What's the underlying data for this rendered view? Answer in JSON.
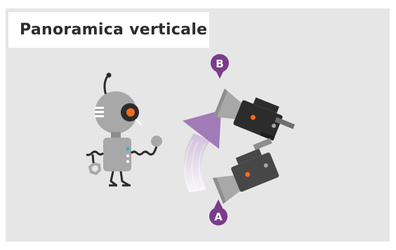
{
  "title": "Panoramica verticale",
  "markers": {
    "top_label": "B",
    "bottom_label": "A"
  },
  "colors": {
    "background": "#e6e6e6",
    "accent_purple": "#7b3b8c",
    "arrow_purple": "#a07bb8",
    "robot_gray": "#a8a8a8",
    "camera_dark": "#2c2c2c",
    "orange": "#f26b1d"
  }
}
